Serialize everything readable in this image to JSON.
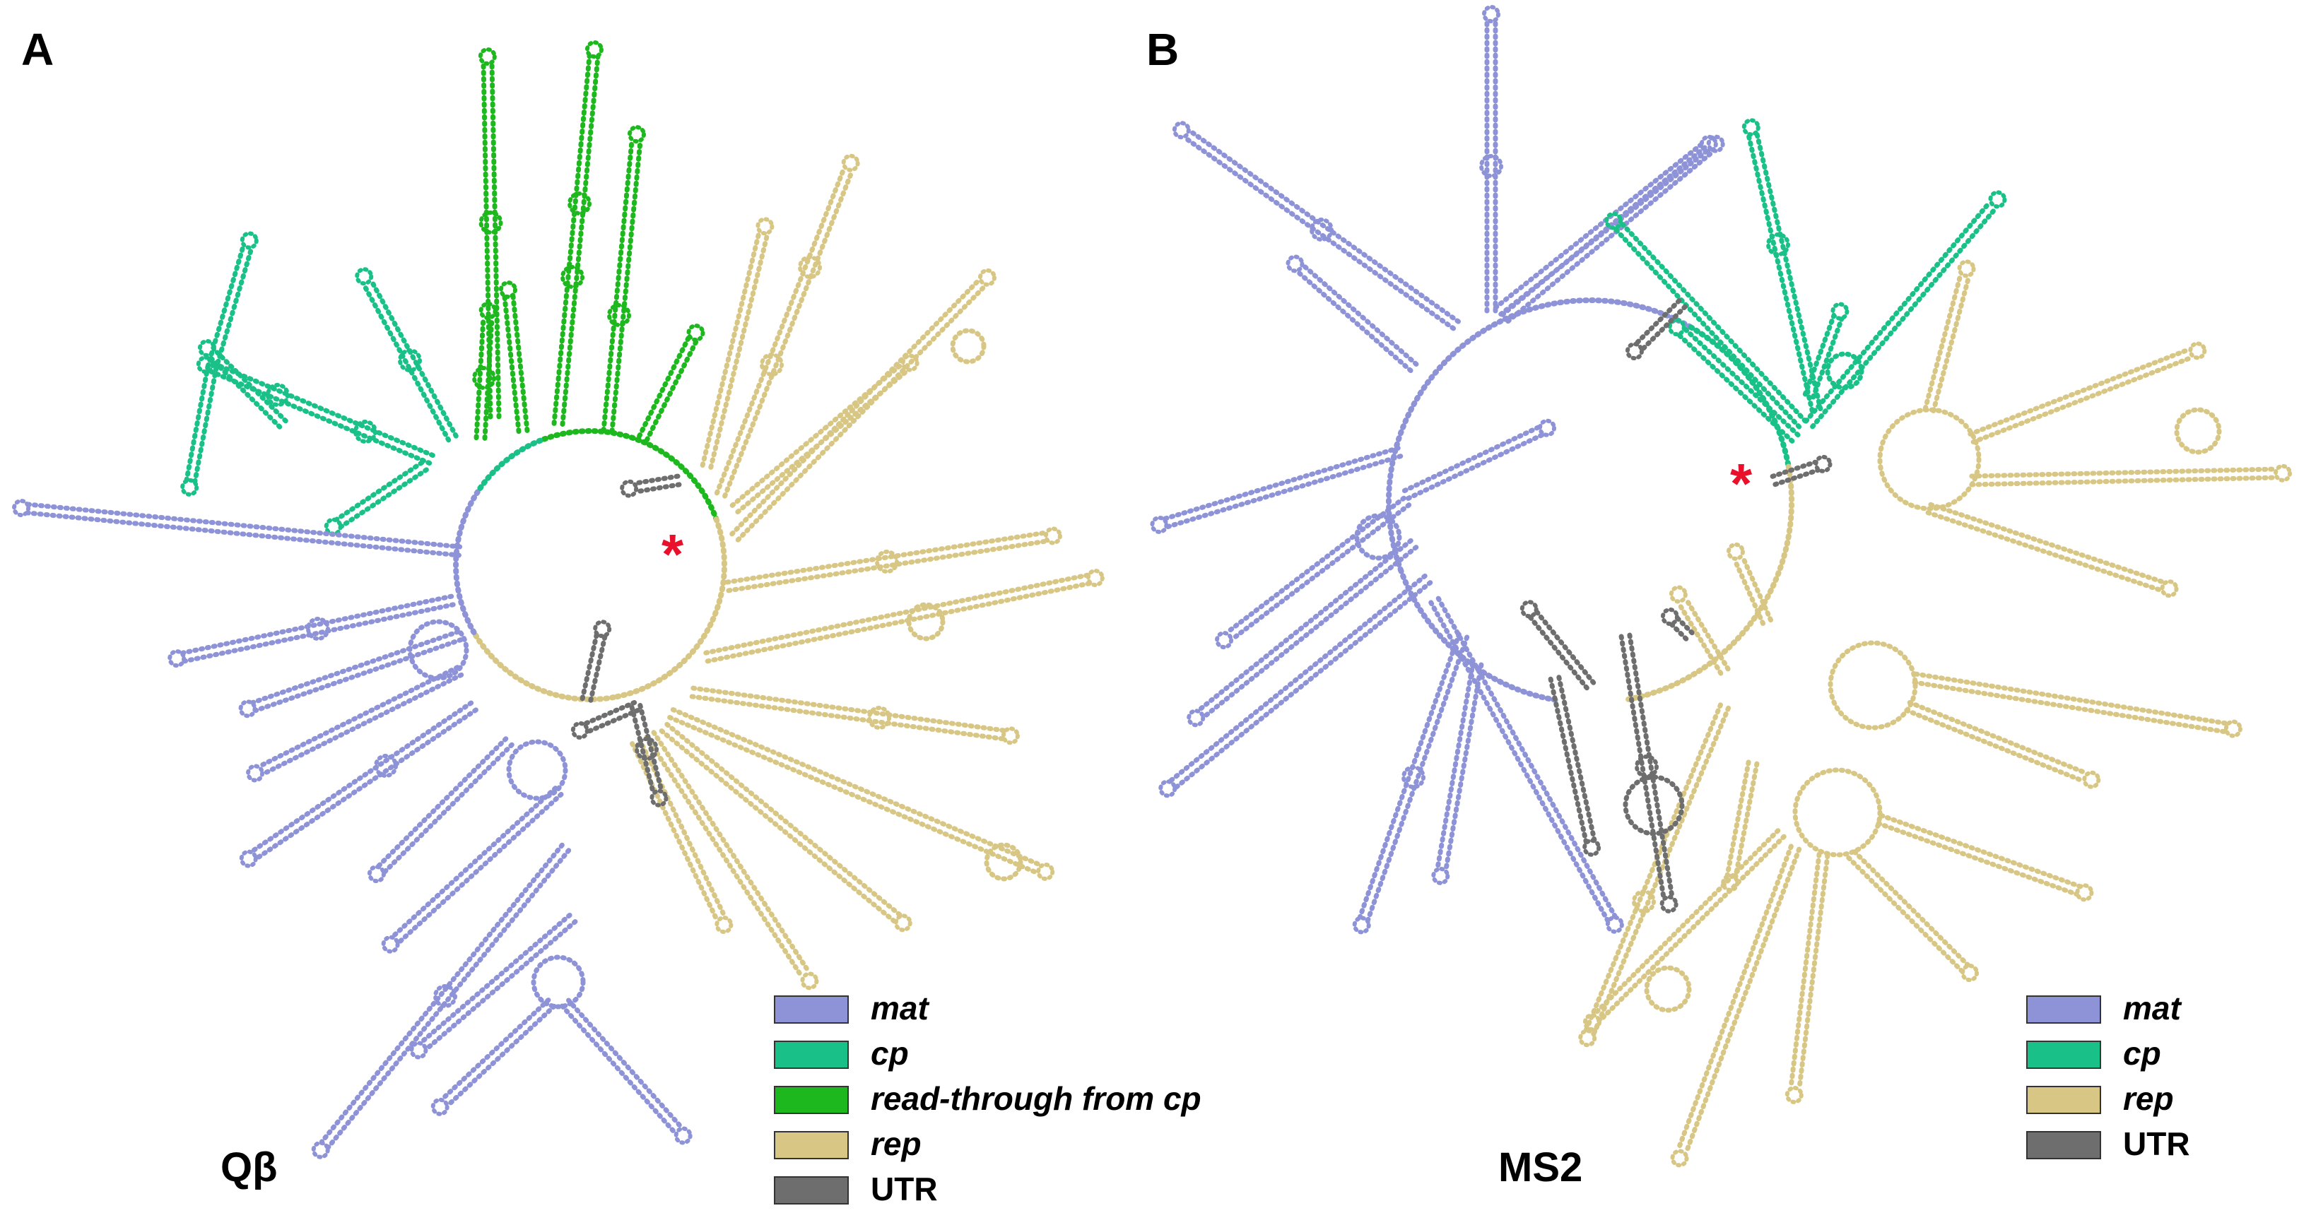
{
  "colors": {
    "mat": "#8e93d8",
    "cp": "#19c088",
    "readthrough": "#1db81d",
    "rep": "#d7c684",
    "utr": "#6e6e6e",
    "asterisk": "#e8102a"
  },
  "panels": [
    {
      "letter": "A",
      "virus": "Qβ",
      "marker": "*",
      "legend": [
        {
          "key": "mat",
          "label": "mat",
          "italic": true,
          "color": "#8e93d8"
        },
        {
          "key": "cp",
          "label": "cp",
          "italic": true,
          "color": "#19c088"
        },
        {
          "key": "readthrough",
          "label": "read-through from cp",
          "italic": true,
          "color": "#1db81d"
        },
        {
          "key": "rep",
          "label": "rep",
          "italic": true,
          "color": "#d7c684"
        },
        {
          "key": "utr",
          "label": "UTR",
          "italic": false,
          "color": "#6e6e6e"
        }
      ]
    },
    {
      "letter": "B",
      "virus": "MS2",
      "marker": "*",
      "legend": [
        {
          "key": "mat",
          "label": "mat",
          "italic": true,
          "color": "#8e93d8"
        },
        {
          "key": "cp",
          "label": "cp",
          "italic": true,
          "color": "#19c088"
        },
        {
          "key": "rep",
          "label": "rep",
          "italic": true,
          "color": "#d7c684"
        },
        {
          "key": "utr",
          "label": "UTR",
          "italic": false,
          "color": "#6e6e6e"
        }
      ]
    }
  ]
}
